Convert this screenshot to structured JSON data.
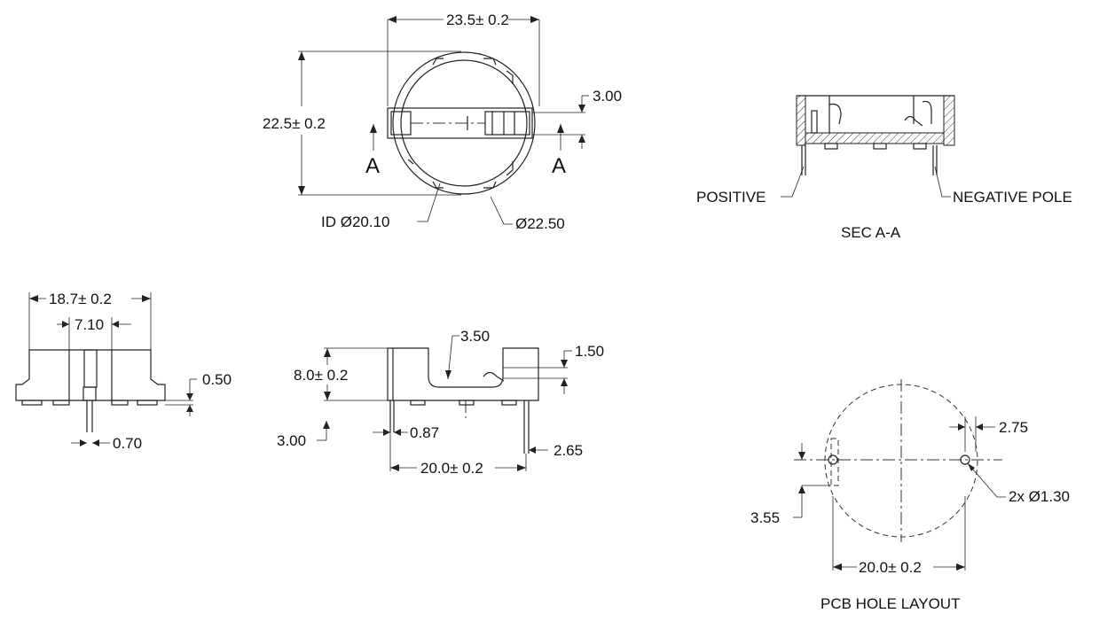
{
  "top_view": {
    "width_dim": "23.5± 0.2",
    "height_dim": "22.5± 0.2",
    "offset_dim": "3.00",
    "section_mark_left": "A",
    "section_mark_right": "A",
    "inner_diameter": "ID Ø20.10",
    "outer_diameter": "Ø22.50"
  },
  "section_view": {
    "positive_label": "POSITIVE",
    "negative_label": "NEGATIVE POLE",
    "title": "SEC A-A"
  },
  "end_view": {
    "overall_width": "18.7± 0.2",
    "slot_width": "7.10",
    "base_step": "0.50",
    "pin_width": "0.70"
  },
  "side_view": {
    "height_dim": "8.0± 0.2",
    "contact_dim": "3.50",
    "spring_dim": "1.50",
    "pin_length": "3.00",
    "pin_thickness": "0.87",
    "pin_offset": "2.65",
    "pin_spacing": "20.0± 0.2"
  },
  "pcb_layout": {
    "hole_offset": "2.75",
    "hole_diameter": "2x Ø1.30",
    "vertical_offset": "3.55",
    "hole_spacing": "20.0± 0.2",
    "title": "PCB HOLE LAYOUT"
  }
}
